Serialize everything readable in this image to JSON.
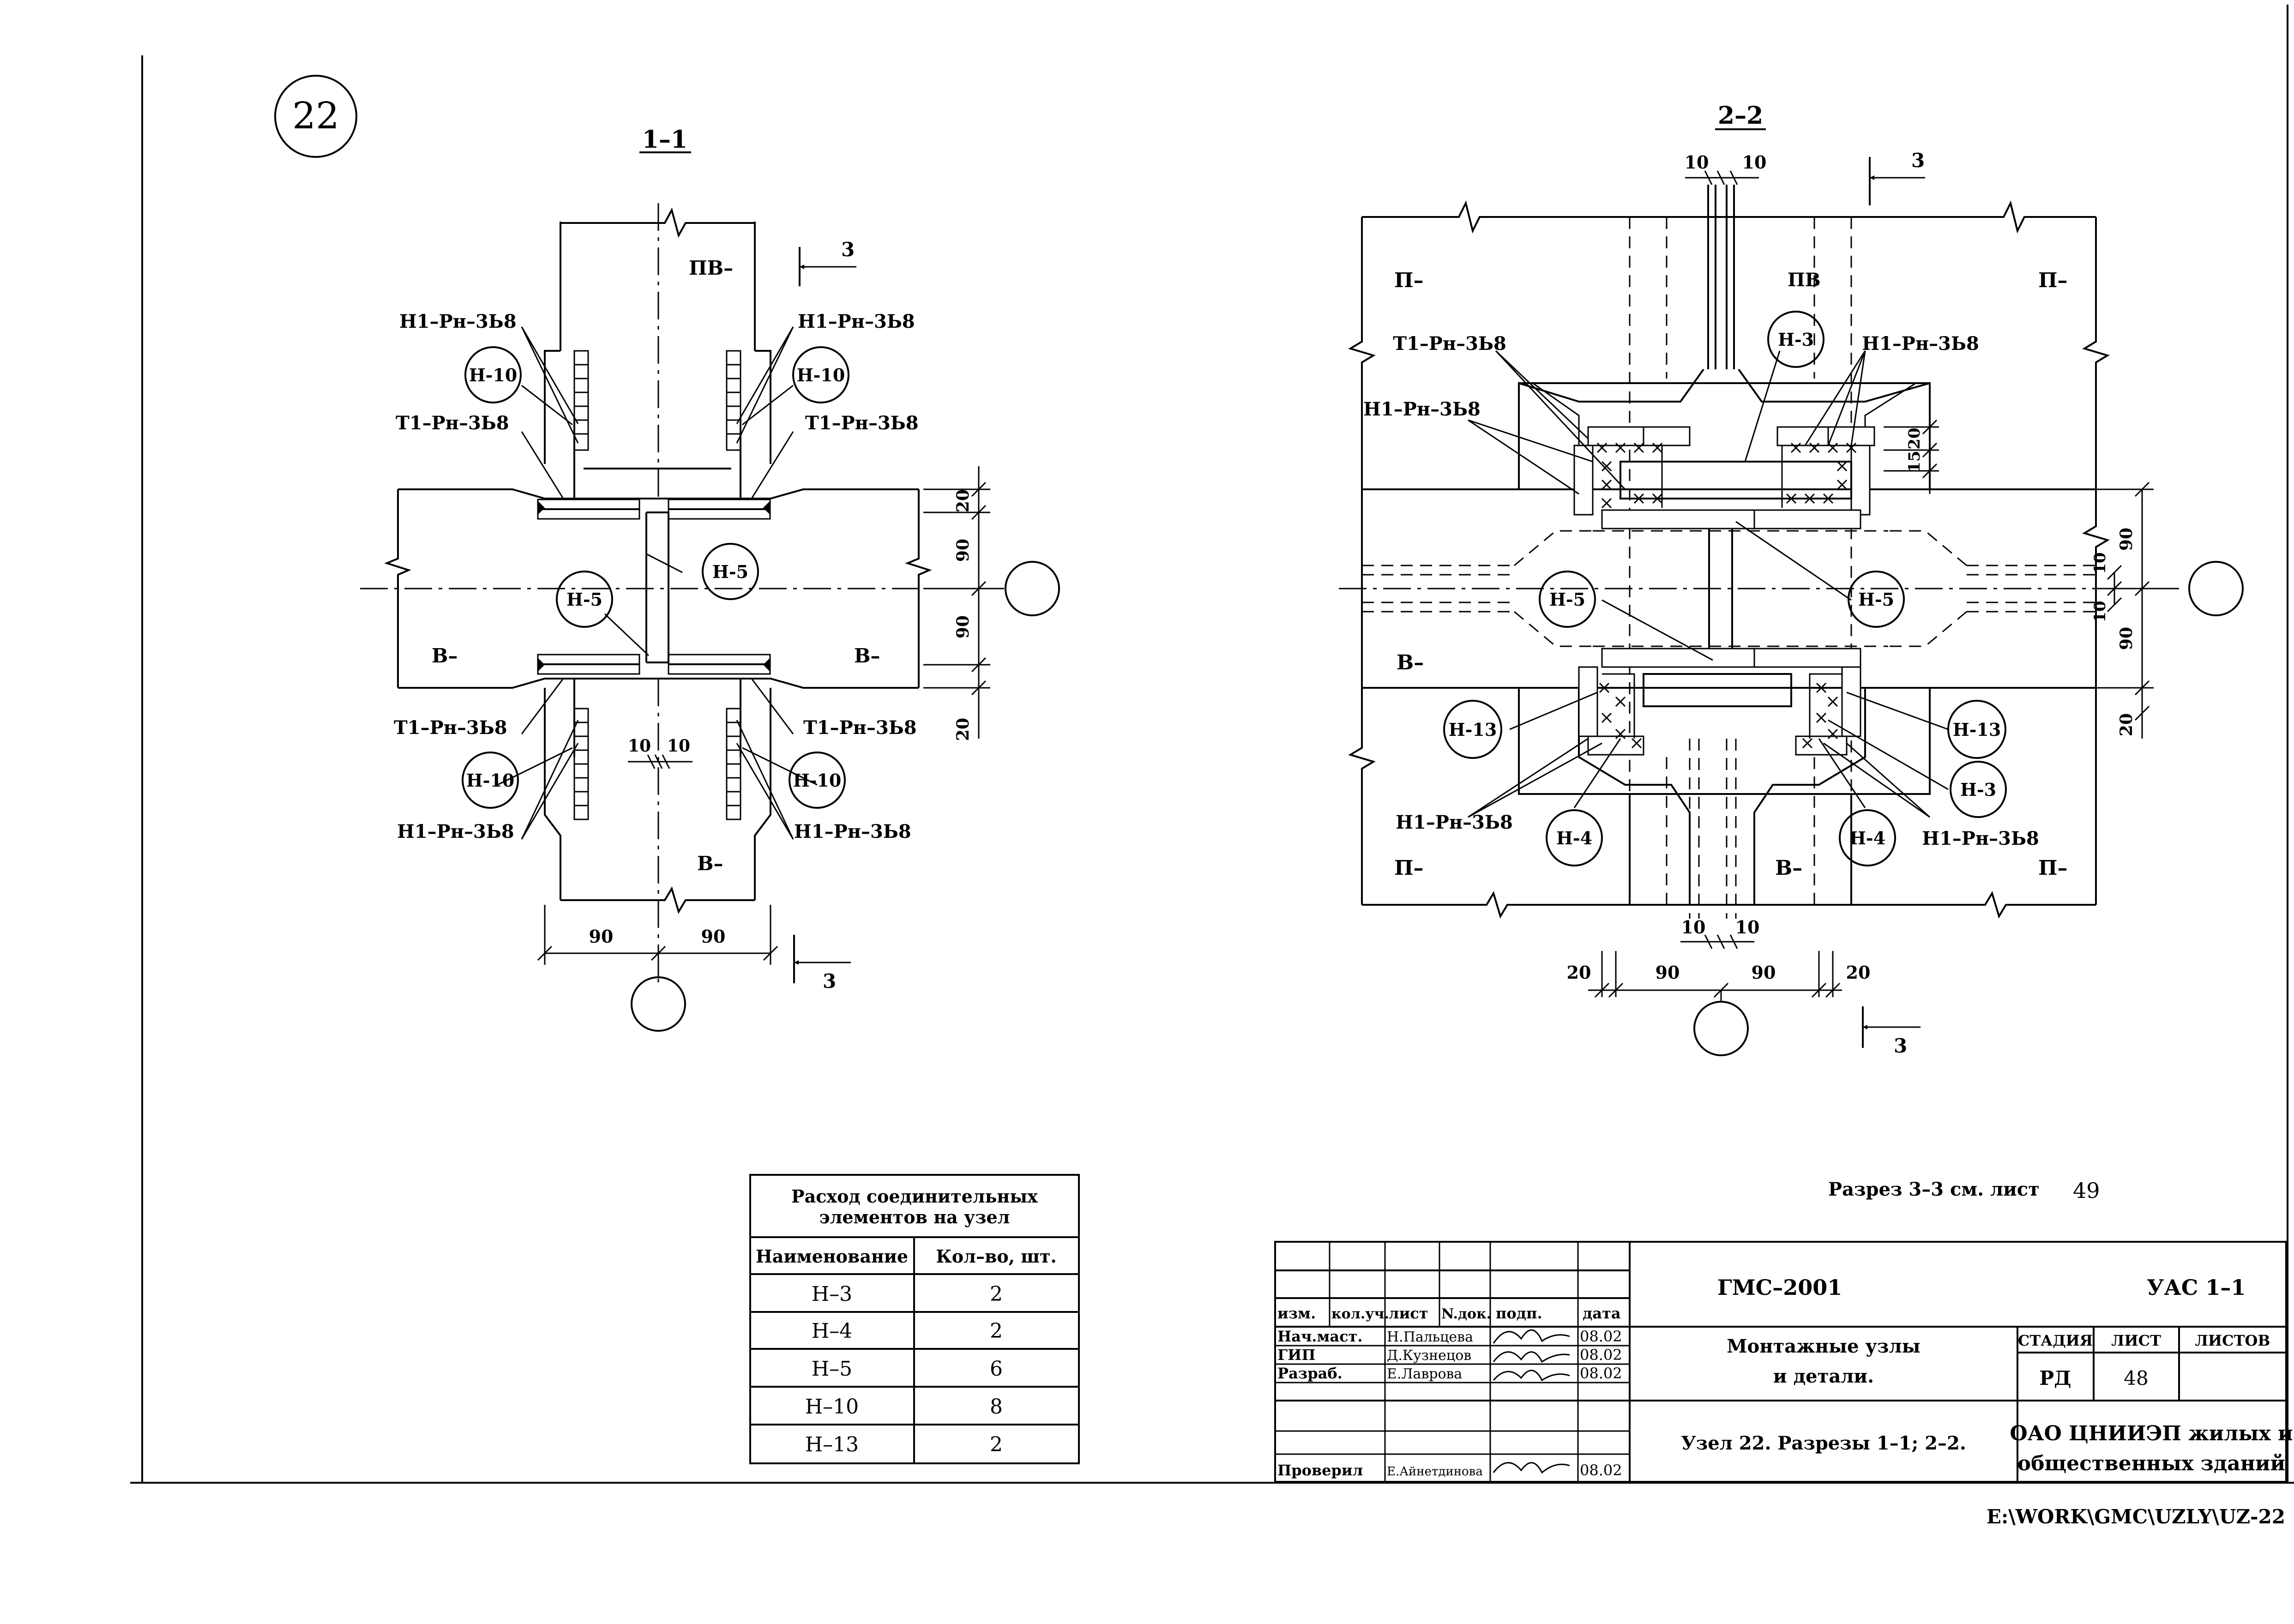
{
  "node_number": "22",
  "sections": {
    "s11": {
      "title": "1–1",
      "labels": {
        "pv": "ПВ–",
        "v_left": "В–",
        "v_right": "В–",
        "v_bottom": "В–",
        "h1_top_left": "Н1–Рн–3Ь8",
        "h1_top_right": "Н1–Рн–3Ь8",
        "t1_top_left": "Т1–Рн–3Ь8",
        "t1_top_right": "Т1–Рн–3Ь8",
        "t1_bot_left": "Т1–Рн–3Ь8",
        "t1_bot_right": "Т1–Рн–3Ь8",
        "h1_bot_left": "Н1–Рн–3Ь8",
        "h1_bot_right": "Н1–Рн–3Ь8"
      },
      "circles": {
        "n10_tl": "Н-10",
        "n10_tr": "Н-10",
        "n10_bl": "Н-10",
        "n10_br": "Н-10",
        "n5_left": "Н-5",
        "n5_right": "Н-5"
      },
      "dims": {
        "d20_top": "20",
        "d90_a": "90",
        "d90_b": "90",
        "d20_bot": "20",
        "d10_l": "10",
        "d10_r": "10",
        "d90_bl": "90",
        "d90_br": "90"
      },
      "section_mark": "3",
      "section_mark_bottom": "3"
    },
    "s22": {
      "title": "2–2",
      "labels": {
        "p_tl": "П–",
        "p_tr": "П–",
        "pv": "ПВ",
        "v_left": "В–",
        "v_bottom": "В–",
        "p_bl": "П–",
        "p_br": "П–",
        "t1": "Т1–Рн–3Ь8",
        "h1_top_right": "Н1–Рн–3Ь8",
        "h1_top_left": "Н1–Рн–3Ь8",
        "h1_bot_left": "Н1–Рн–3Ь8",
        "h1_bot_right": "Н1–Рн–3Ь8"
      },
      "circles": {
        "n3_top": "Н-3",
        "n5_left": "Н-5",
        "n5_right": "Н-5",
        "n13_left": "Н-13",
        "n13_right": "Н-13",
        "n3_right": "Н-3",
        "n4_left": "Н-4",
        "n4_right": "Н-4"
      },
      "dims": {
        "d10_tl": "10",
        "d10_tr": "10",
        "d20_r": "20",
        "d15_r": "15",
        "d10_ra": "10",
        "d10_rb": "10",
        "d90_ra": "90",
        "d90_rb": "90",
        "d20_rb": "20",
        "d10_bl": "10",
        "d10_br": "10",
        "d20_bl": "20",
        "d90_bl": "90",
        "d90_br": "90",
        "d20_br": "20"
      },
      "section_mark": "3",
      "section_mark_bottom": "3"
    }
  },
  "note": "Разрез 3–3 см. лист",
  "note_sheet": "49",
  "consumption_table": {
    "title_line1": "Расход соединительных",
    "title_line2": "элементов на узел",
    "headers": [
      "Наименование",
      "Кол–во, шт."
    ],
    "rows": [
      [
        "Н–3",
        "2"
      ],
      [
        "Н–4",
        "2"
      ],
      [
        "Н–5",
        "6"
      ],
      [
        "Н–10",
        "8"
      ],
      [
        "Н–13",
        "2"
      ]
    ]
  },
  "title_block": {
    "code": "ГМС–2001",
    "doc_code": "УАС 1–1",
    "col_headers": [
      "изм.",
      "кол.уч.",
      "лист",
      "N.док.",
      "подп.",
      "дата"
    ],
    "people": [
      {
        "role": "Нач.маст.",
        "name": "Н.Пальцева",
        "date": "08.02"
      },
      {
        "role": "ГИП",
        "name": "Д.Кузнецов",
        "date": "08.02"
      },
      {
        "role": "Разраб.",
        "name": "Е.Лаврова",
        "date": "08.02"
      },
      {
        "role": "Проверил",
        "name": "Е.Айнетдинова",
        "date": "08.02"
      }
    ],
    "object_line1": "Монтажные узлы",
    "object_line2": "и детали.",
    "sheet_title": "Узел 22.   Разрезы 1–1; 2–2.",
    "stage_header": "СТАДИЯ",
    "sheet_header": "ЛИСТ",
    "sheets_header": "ЛИСТОВ",
    "stage": "РД",
    "sheet": "48",
    "sheets": "",
    "org_line1": "ОАО ЦНИИЭП жилых и",
    "org_line2": "общественных зданий"
  },
  "file_path": "E:\\WORK\\GMC\\UZLY\\UZ-22"
}
